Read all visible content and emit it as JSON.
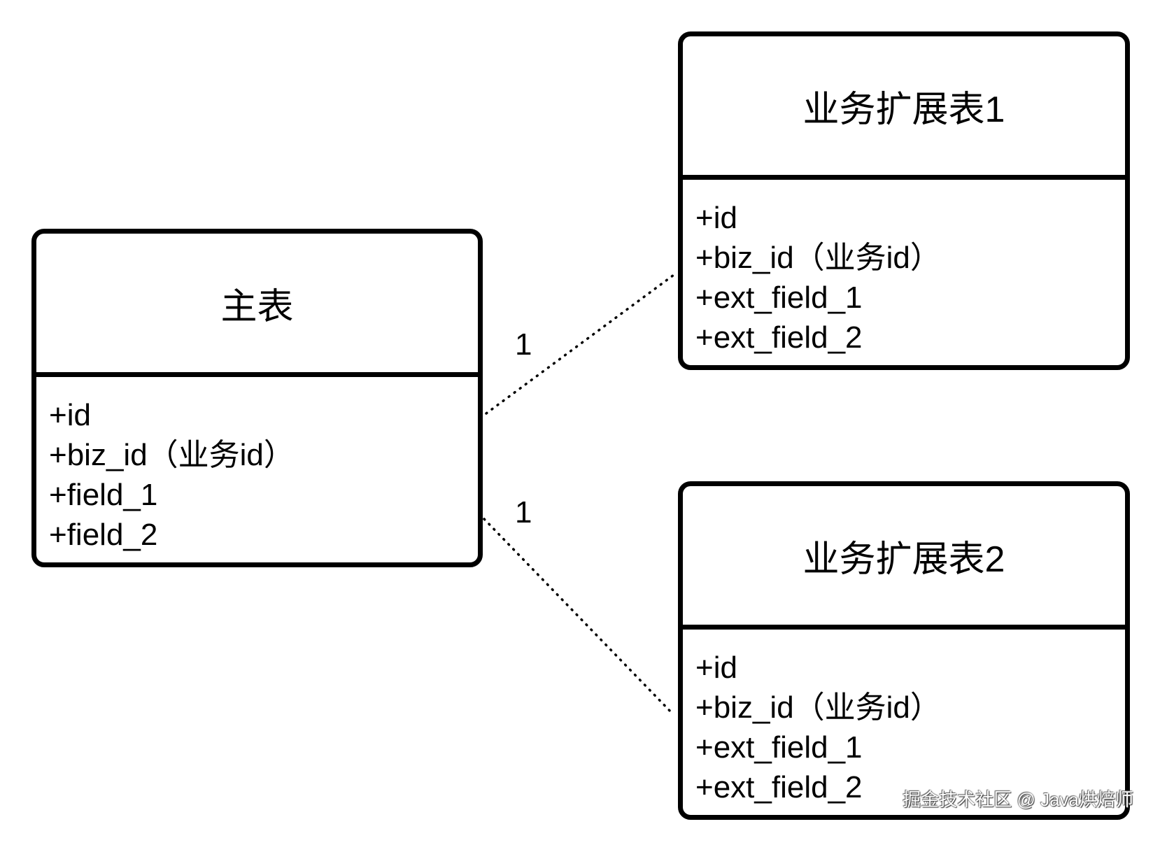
{
  "diagram": {
    "type": "er-diagram",
    "tables": [
      {
        "id": "main",
        "title": "主表",
        "fields": [
          "+id",
          "+biz_id（业务id）",
          "+field_1",
          "+field_2"
        ]
      },
      {
        "id": "ext1",
        "title": "业务扩展表1",
        "fields": [
          "+id",
          "+biz_id（业务id）",
          "+ext_field_1",
          "+ext_field_2"
        ]
      },
      {
        "id": "ext2",
        "title": "业务扩展表2",
        "fields": [
          "+id",
          "+biz_id（业务id）",
          "+ext_field_1",
          "+ext_field_2"
        ]
      }
    ],
    "relations": [
      {
        "from": "主表",
        "to": "业务扩展表1",
        "style": "dotted",
        "multiplicity": "1"
      },
      {
        "from": "主表",
        "to": "业务扩展表2",
        "style": "dotted",
        "multiplicity": "1"
      }
    ],
    "watermark": "掘金技术社区 @ Java烘焙师"
  },
  "colors": {
    "stroke": "#000000",
    "background": "#ffffff"
  }
}
